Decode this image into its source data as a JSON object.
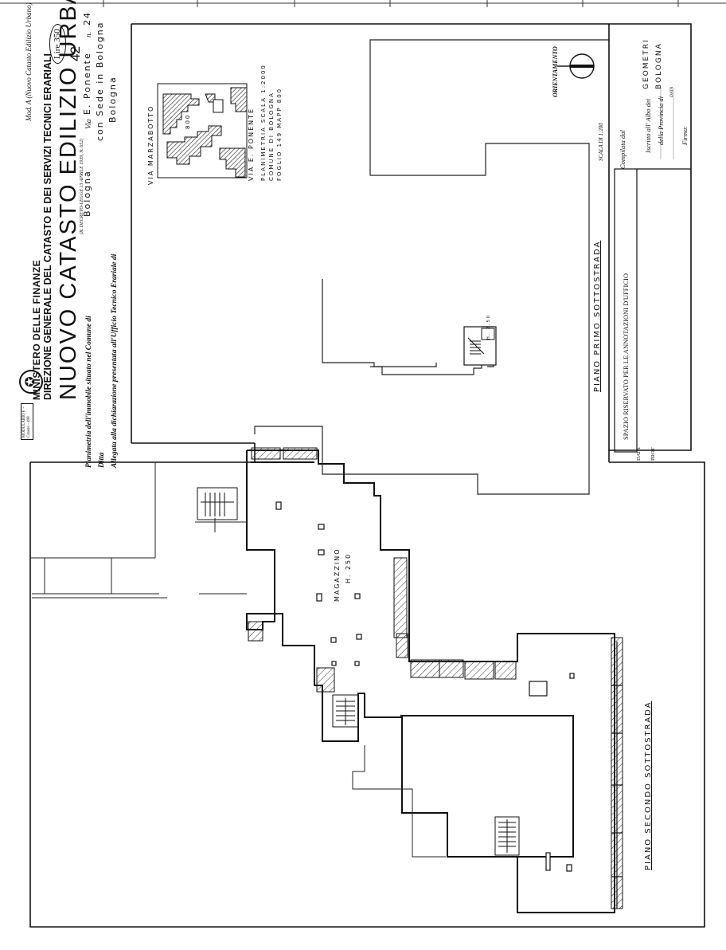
{
  "header": {
    "model_note": "Mod. A (Nuovo Catasto Edilizio Urbano)",
    "fee": "Lire 350",
    "sheet_number": "42",
    "ministry": "MINISTERO DELLE FINANZE",
    "direction": "DIREZIONE GENERALE DEL CATASTO E DEI SERVIZI TECNICI ERARIALI",
    "title": "NUOVO CATASTO EDILIZIO URBANO",
    "decree": "(R. DECRETO-LEGGE 13 APRILE 1939, N. 652)",
    "stamp_text": "MODULARIO F. - Catasto - 498"
  },
  "form": {
    "line1_label": "Planimetria dell'immobile situato nel Comune di",
    "line1_value": "Bologna",
    "line1_via_label": "Via",
    "line1_via_value": "E. Ponente",
    "line1_num_label": "n.",
    "line1_num_value": "24",
    "line2_label": "Ditta",
    "line2_value": "con Sede in Bologna",
    "line3": "Allegata alla dichiarazione presentata all'Ufficio Tecnico Erariale di",
    "line3_value": "Bologna"
  },
  "site_plan": {
    "street_top": "VIA MARZABOTTO",
    "street_bottom": "VIA E. PONENTE",
    "label_800": "800",
    "caption_1": "PLANIMETRIA SCALA 1:2000",
    "caption_2": "COMUNE DI BOLOGNA",
    "caption_3": "FOGLIO 149 MAPP 800"
  },
  "orientation": {
    "label": "ORIENTAMENTO",
    "scale": "SCALA DI 1:200"
  },
  "compiler": {
    "compilata": "Compilata dal",
    "albo_label": "Iscritto all' Albo dei",
    "albo_value": "GEOMETRI",
    "provincia_label": "della Provincia di",
    "provincia_value": "BOLOGNA",
    "data": "DATA",
    "firma": "Firma:"
  },
  "office": {
    "title": "SPAZIO RISERVATO PER LE ANNOTAZIONI D'UFFICIO",
    "data": "DATA",
    "prot": "PROT"
  },
  "plan": {
    "level1_label": "PIANO PRIMO SOTTOSTRADA",
    "level2_label": "PIANO SECONDO SOTTOSTRADA",
    "room_name": "MAGAZZINO",
    "room_height": "H. 250",
    "small_room": "H. 2,50"
  }
}
